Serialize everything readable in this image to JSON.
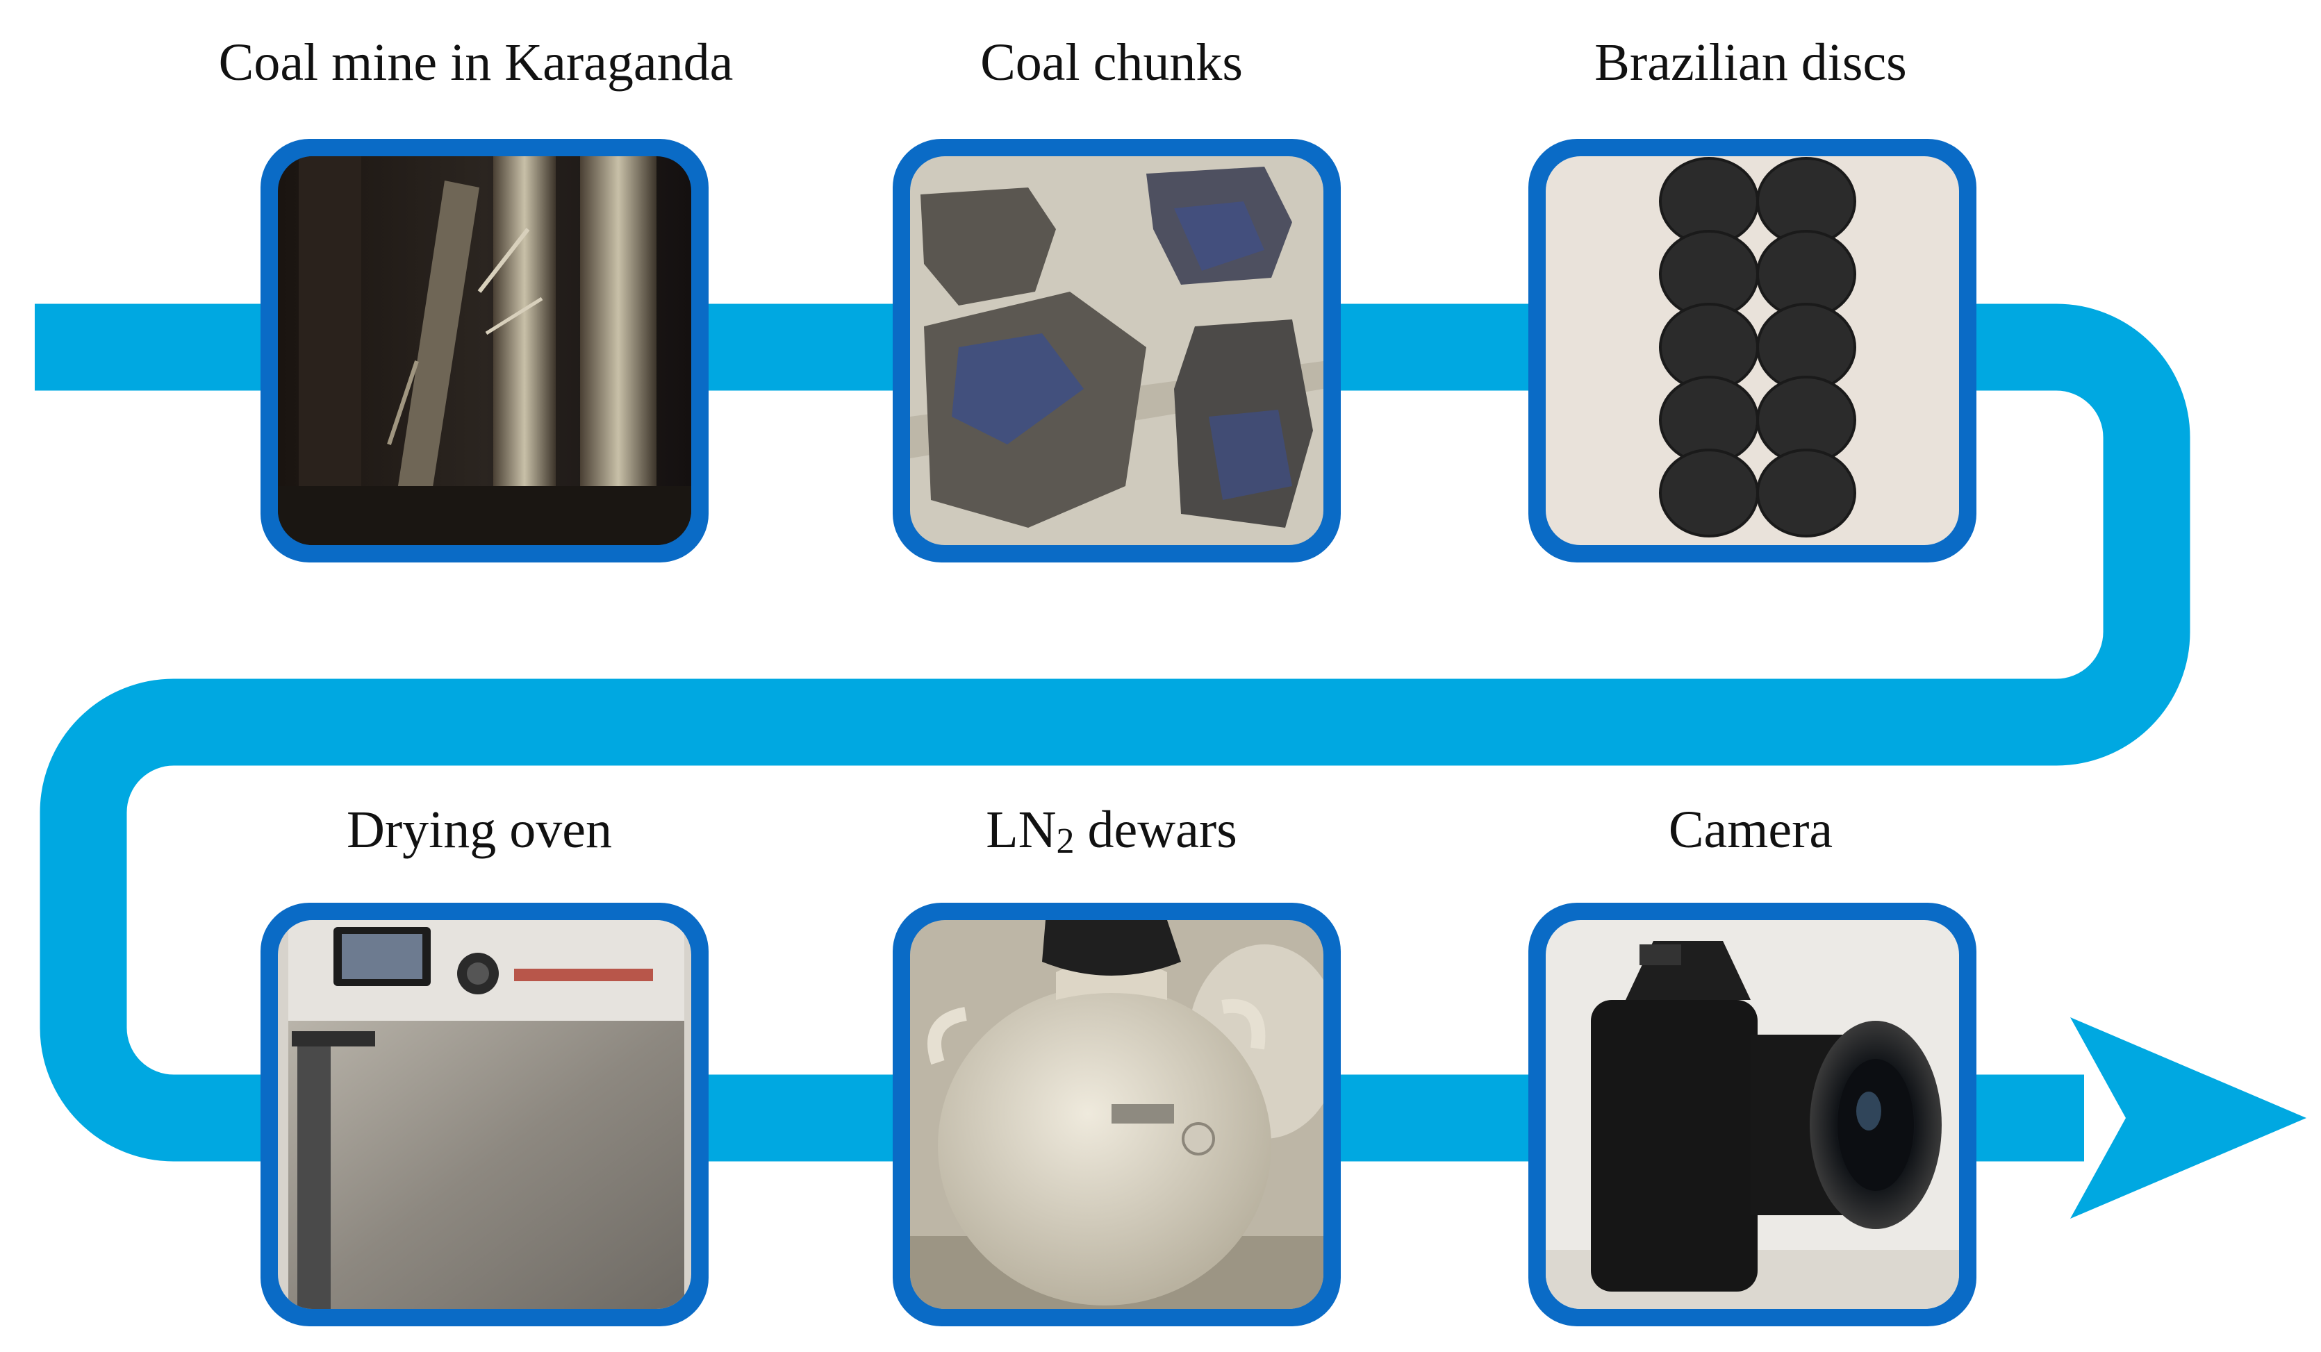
{
  "colors": {
    "path": "#00a8e1",
    "frame": "#0a6bc6",
    "label": "#111111"
  },
  "steps": [
    {
      "id": "coal-mine",
      "label": "Coal mine in Karaganda",
      "image": "mine-photo"
    },
    {
      "id": "coal-chunks",
      "label": "Coal chunks",
      "image": "coal-chunks-photo"
    },
    {
      "id": "brazilian-discs",
      "label": "Brazilian discs",
      "image": "discs-photo"
    },
    {
      "id": "drying-oven",
      "label": "Drying oven",
      "image": "oven-photo"
    },
    {
      "id": "ln2-dewars",
      "label_main": "LN",
      "label_sub": "2",
      "label_rest": " dewars",
      "image": "dewar-photo"
    },
    {
      "id": "camera",
      "label": "Camera",
      "image": "camera-photo"
    }
  ]
}
